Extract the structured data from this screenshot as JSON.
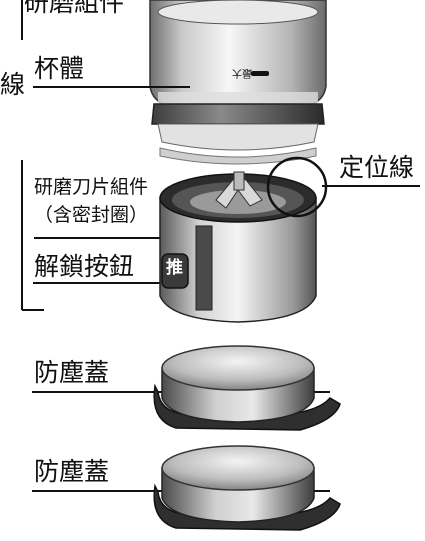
{
  "labels": {
    "top_cut": "研磨組件",
    "side_cut": "線",
    "cup_body": "杯體",
    "cup_mark": "最大",
    "positioning_line": "定位線",
    "blade_assembly": "研磨刀片組件",
    "seal_ring": "（含密封圈）",
    "release_button": "解鎖按鈕",
    "push_button": "推",
    "dust_cover_1": "防塵蓋",
    "dust_cover_2": "防塵蓋"
  }
}
